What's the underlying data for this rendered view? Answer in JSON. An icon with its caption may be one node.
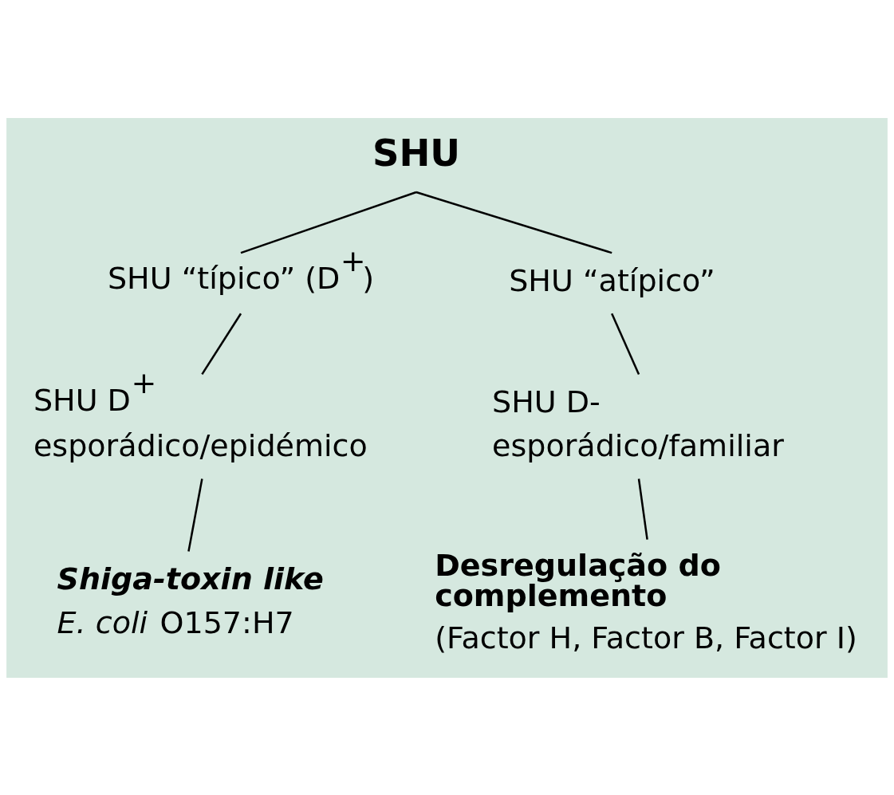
{
  "diagram": {
    "nodes": [
      {
        "text": [
          "SHU"
        ]
      },
      {
        "text": [
          "SHU “típico” (D$^{+}$)"
        ]
      },
      {
        "text": [
          "SHU “atípico”"
        ]
      },
      {
        "text": [
          "SHU D$^{+}$",
          "esporádico/epidémico"
        ]
      },
      {
        "text": [
          "SHU D-",
          "esporádico/familiar"
        ]
      },
      {
        "text": [
          "Shiga-toxin like",
          "*E. coli* O157:H7"
        ]
      },
      {
        "text": [
          "Desregulação do complemento",
          "(Factor H, Factor B, Factor I)"
        ]
      }
    ],
    "edges": [
      {
        "from": 0,
        "to": 1,
        "arrow": "none"
      },
      {
        "from": 0,
        "to": 2,
        "arrow": "none"
      },
      {
        "from": 1,
        "to": 3,
        "arrow": "none"
      },
      {
        "from": 2,
        "to": 4,
        "arrow": "none"
      },
      {
        "from": 3,
        "to": 5,
        "arrow": "none"
      },
      {
        "from": 4,
        "to": 6,
        "arrow": "none"
      }
    ]
  }
}
